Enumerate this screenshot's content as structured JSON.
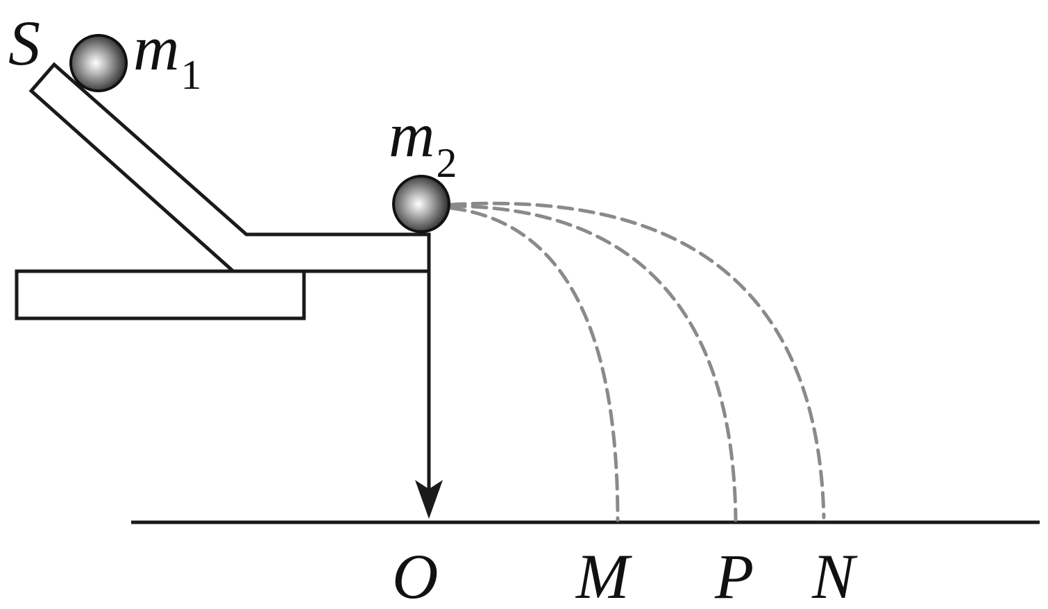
{
  "labels": {
    "source": "S",
    "ball1": {
      "base": "m",
      "sub": "1"
    },
    "ball2": {
      "base": "m",
      "sub": "2"
    },
    "origin": "O",
    "point_m": "M",
    "point_p": "P",
    "point_n": "N"
  },
  "colors": {
    "stroke": "#1a1a1a",
    "trajectory": "#8a8a8a",
    "ball_light": "#ffffff",
    "ball_dark": "#2b2b2b"
  }
}
